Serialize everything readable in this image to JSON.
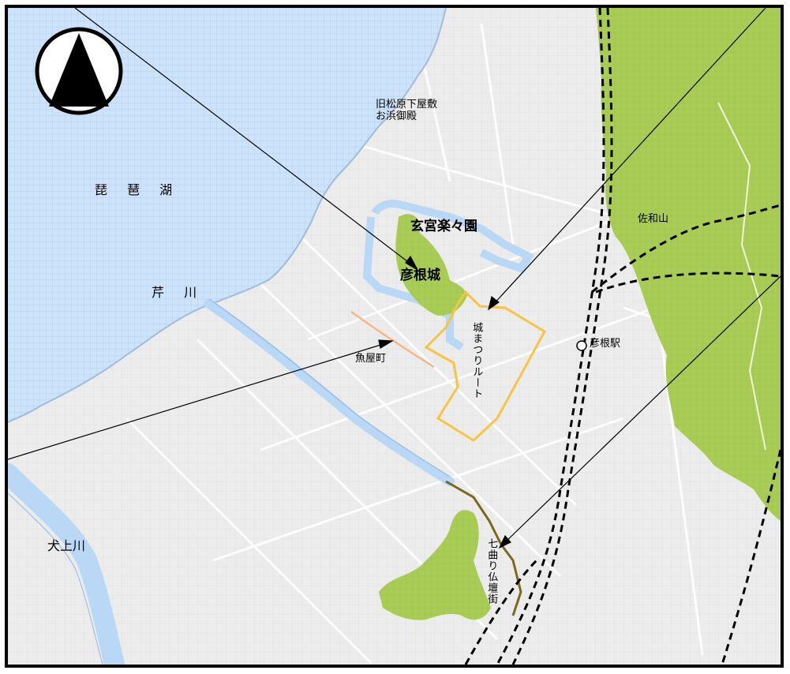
{
  "labels": {
    "lake": "琵 琶 湖",
    "seri_river": "芹 川",
    "inukami_river": "犬上川",
    "matsubara": "旧松原下屋敷\nお浜御殿",
    "genkyu": "玄宮楽々園",
    "hikone_castle": "彦根城",
    "uoya": "魚屋町",
    "castle_route": "城まつりルート",
    "hikone_station": "彦根駅",
    "sawayama": "佐和山",
    "nanamagari": "七曲り仏壇街"
  },
  "icons": {
    "north_arrow": "north-arrow-icon",
    "station": "station-circle-icon"
  },
  "colors": {
    "lake": "#cfe3f8",
    "lake_grid": "#a9c9ee",
    "river": "#b8d8f5",
    "hill": "#a9cc55",
    "castle_route": "#f7c443",
    "uoya_street": "#f5b785",
    "nanamagari_street": "#7a6a1a",
    "rail": "#000000",
    "land": "#e9e9e9"
  }
}
